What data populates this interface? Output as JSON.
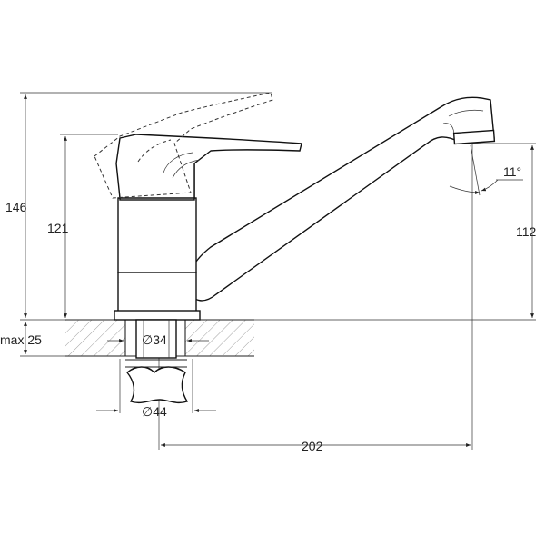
{
  "dimensions": {
    "total_height": "146",
    "lever_height": "121",
    "spout_height": "112",
    "spout_reach": "202",
    "countertop_max": "max 25",
    "hole_diameter": "∅34",
    "nut_diameter": "∅44",
    "spout_angle": "11°"
  }
}
